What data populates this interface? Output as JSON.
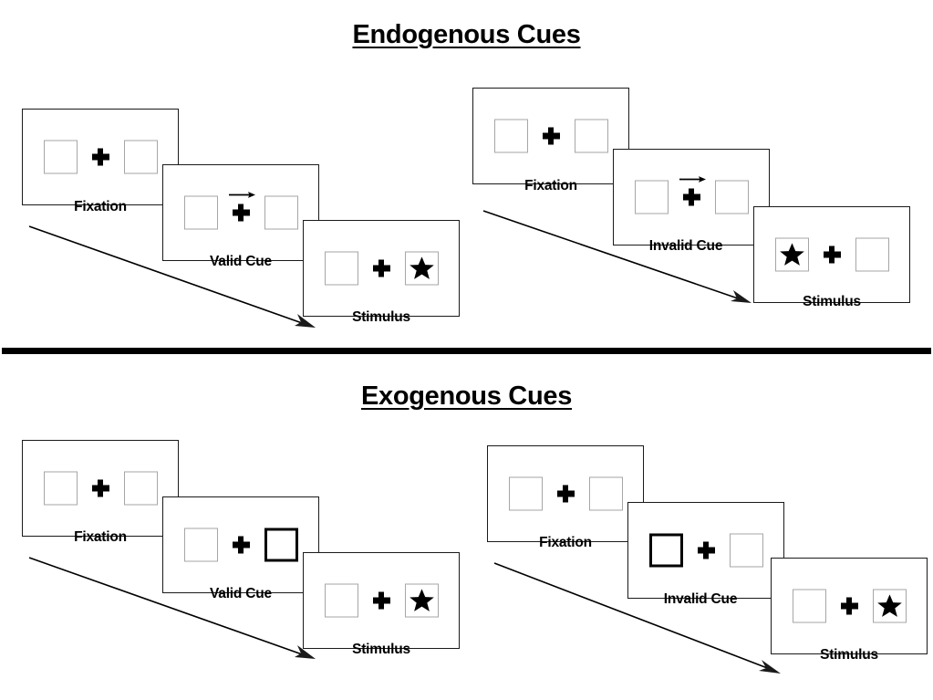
{
  "figure": {
    "title_endogenous": "Endogenous Cues",
    "title_exogenous": "Exogenous Cues",
    "divider_color": "#000000",
    "panel_border_color": "#1a1a1a",
    "box_border_color": "#a6a6a6",
    "flash_box_border_color": "#000000",
    "stimulus_color": "#000000"
  },
  "sections": [
    {
      "id": "endogenous",
      "title": "Endogenous Cues",
      "sequences": [
        {
          "id": "endogenous-valid",
          "time_arrow_label": "time-flow-arrow",
          "panels": [
            {
              "label": "Fixation",
              "cue_icon": "none",
              "left_box": {
                "flash": false,
                "stimulus": "none"
              },
              "right_box": {
                "flash": false,
                "stimulus": "none"
              }
            },
            {
              "label": "Valid Cue",
              "cue_icon": "arrow-right-icon",
              "left_box": {
                "flash": false,
                "stimulus": "none"
              },
              "right_box": {
                "flash": false,
                "stimulus": "none"
              }
            },
            {
              "label": "Stimulus",
              "cue_icon": "none",
              "left_box": {
                "flash": false,
                "stimulus": "none"
              },
              "right_box": {
                "flash": false,
                "stimulus": "star-icon"
              }
            }
          ]
        },
        {
          "id": "endogenous-invalid",
          "time_arrow_label": "time-flow-arrow",
          "panels": [
            {
              "label": "Fixation",
              "cue_icon": "none",
              "left_box": {
                "flash": false,
                "stimulus": "none"
              },
              "right_box": {
                "flash": false,
                "stimulus": "none"
              }
            },
            {
              "label": "Invalid Cue",
              "cue_icon": "arrow-right-icon",
              "left_box": {
                "flash": false,
                "stimulus": "none"
              },
              "right_box": {
                "flash": false,
                "stimulus": "none"
              }
            },
            {
              "label": "Stimulus",
              "cue_icon": "none",
              "left_box": {
                "flash": false,
                "stimulus": "star-icon"
              },
              "right_box": {
                "flash": false,
                "stimulus": "none"
              }
            }
          ]
        }
      ]
    },
    {
      "id": "exogenous",
      "title": "Exogenous Cues",
      "sequences": [
        {
          "id": "exogenous-valid",
          "time_arrow_label": "time-flow-arrow",
          "panels": [
            {
              "label": "Fixation",
              "cue_icon": "none",
              "left_box": {
                "flash": false,
                "stimulus": "none"
              },
              "right_box": {
                "flash": false,
                "stimulus": "none"
              }
            },
            {
              "label": "Valid Cue",
              "cue_icon": "none",
              "left_box": {
                "flash": false,
                "stimulus": "none"
              },
              "right_box": {
                "flash": true,
                "stimulus": "none"
              }
            },
            {
              "label": "Stimulus",
              "cue_icon": "none",
              "left_box": {
                "flash": false,
                "stimulus": "none"
              },
              "right_box": {
                "flash": false,
                "stimulus": "star-icon"
              }
            }
          ]
        },
        {
          "id": "exogenous-invalid",
          "time_arrow_label": "time-flow-arrow",
          "panels": [
            {
              "label": "Fixation",
              "cue_icon": "none",
              "left_box": {
                "flash": false,
                "stimulus": "none"
              },
              "right_box": {
                "flash": false,
                "stimulus": "none"
              }
            },
            {
              "label": "Invalid Cue",
              "cue_icon": "none",
              "left_box": {
                "flash": true,
                "stimulus": "none"
              },
              "right_box": {
                "flash": false,
                "stimulus": "none"
              }
            },
            {
              "label": "Stimulus",
              "cue_icon": "none",
              "left_box": {
                "flash": false,
                "stimulus": "none"
              },
              "right_box": {
                "flash": false,
                "stimulus": "star-icon"
              }
            }
          ]
        }
      ]
    }
  ]
}
